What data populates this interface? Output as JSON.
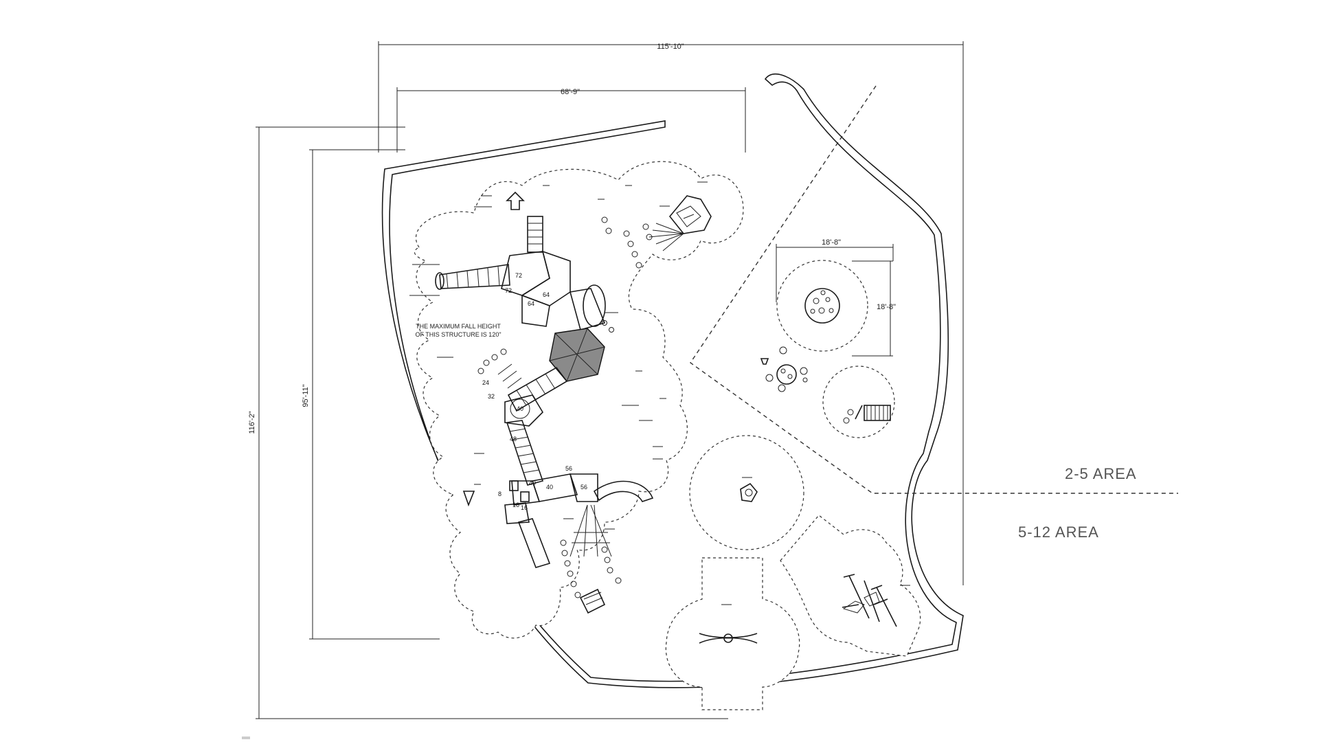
{
  "dimensions": {
    "overall_width": "115'-10\"",
    "structure_width": "68'-9\"",
    "overall_height": "116'-2\"",
    "structure_height": "95'-11\"",
    "zone_width": "18'-8\"",
    "zone_height": "18'-8\""
  },
  "areas": {
    "upper": "2-5 AREA",
    "lower": "5-12 AREA"
  },
  "notes": {
    "fall_height_line1": "THE MAXIMUM FALL HEIGHT",
    "fall_height_line2": "OF THIS STRUCTURE IS 120\""
  },
  "deck_numbers": [
    "72",
    "72",
    "64",
    "64",
    "40",
    "40",
    "40",
    "56",
    "56",
    "48",
    "32",
    "24",
    "16",
    "8",
    "16"
  ]
}
